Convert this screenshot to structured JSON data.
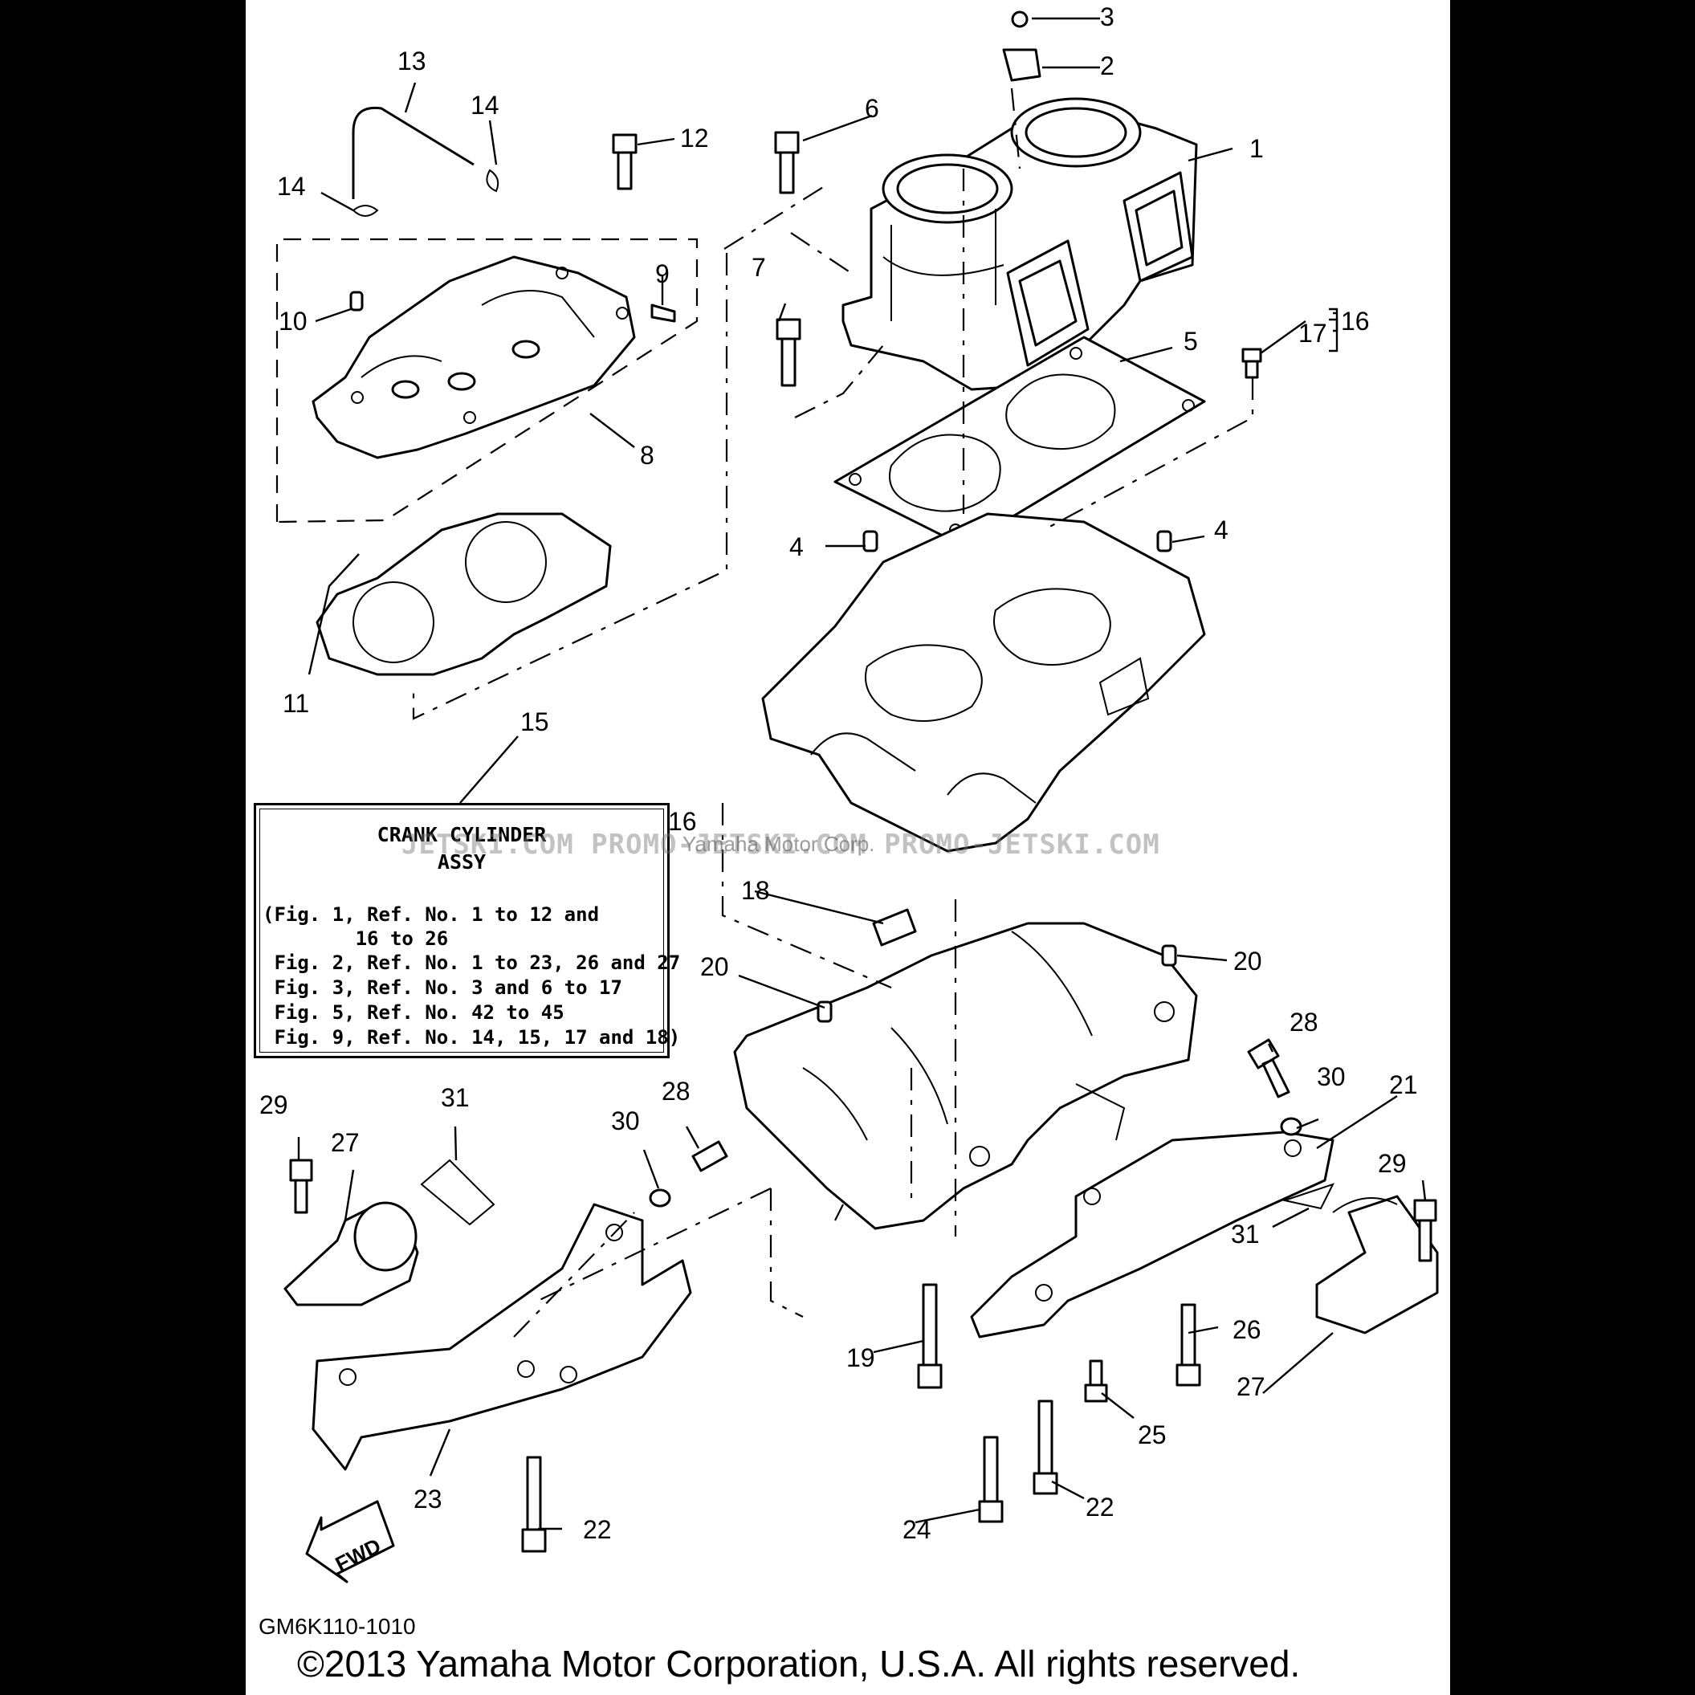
{
  "callouts": {
    "c1": "1",
    "c2": "2",
    "c3": "3",
    "c4a": "4",
    "c4b": "4",
    "c5": "5",
    "c6": "6",
    "c7": "7",
    "c8": "8",
    "c9": "9",
    "c10": "10",
    "c11": "11",
    "c12": "12",
    "c13": "13",
    "c14a": "14",
    "c14b": "14",
    "c15": "15",
    "c16a": "16",
    "c16b": "16",
    "c17": "17",
    "c18": "18",
    "c19": "19",
    "c20a": "20",
    "c20b": "20",
    "c21": "21",
    "c22a": "22",
    "c22b": "22",
    "c23": "23",
    "c24": "24",
    "c25": "25",
    "c26": "26",
    "c27a": "27",
    "c27b": "27",
    "c28a": "28",
    "c28b": "28",
    "c29a": "29",
    "c29b": "29",
    "c30a": "30",
    "c30b": "30",
    "c31a": "31",
    "c31b": "31"
  },
  "kit_box": {
    "title_line1": "CRANK CYLINDER",
    "title_line2": "ASSY",
    "lines": [
      "(Fig. 1, Ref. No. 1 to 12 and",
      "        16 to 26",
      " Fig. 2, Ref. No. 1 to 23, 26 and 27",
      " Fig. 3, Ref. No. 3 and 6 to 17",
      " Fig. 5, Ref. No. 42 to 45",
      " Fig. 9, Ref. No. 14, 15, 17 and 18)"
    ]
  },
  "fwd_label": "FWD",
  "watermark": "JETSKI.COM   PROMO-JETSKI.COM       PROMO-JETSKI.COM",
  "watermark_center": "Yamaha Motor Corp.",
  "diagram_code": "GM6K110-1010",
  "copyright": "©2013 Yamaha Motor Corporation, U.S.A. All rights reserved."
}
